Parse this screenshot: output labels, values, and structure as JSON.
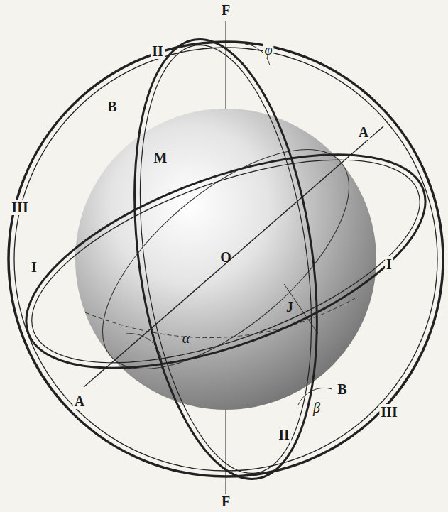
{
  "diagram": {
    "labels": [
      "F",
      "II",
      "φ",
      "B",
      "III",
      "M",
      "A",
      "I",
      "O",
      "I",
      "J",
      "α",
      "A",
      "B",
      "III",
      "β",
      "II",
      "F"
    ]
  }
}
